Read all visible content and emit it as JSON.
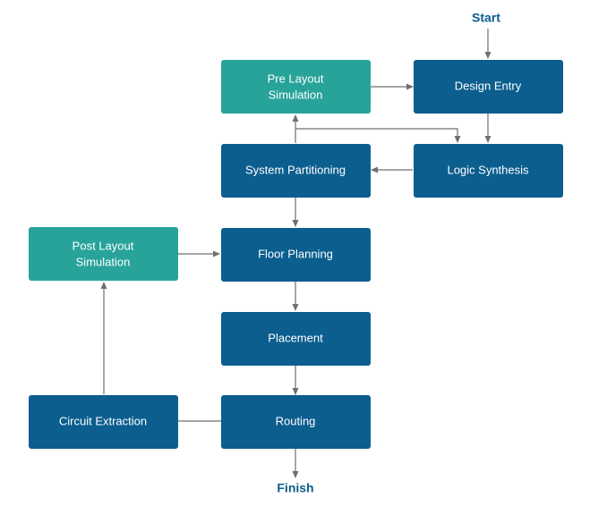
{
  "colors": {
    "process": "#0b5e8e",
    "simulation": "#27a39a",
    "terminal_text": "#0b5e8e",
    "edge": "#6f6f6f"
  },
  "terminals": {
    "start": "Start",
    "finish": "Finish"
  },
  "nodes": {
    "design_entry": {
      "lines": [
        "Design Entry"
      ],
      "kind": "process"
    },
    "pre_layout_simulation": {
      "lines": [
        "Pre Layout",
        "Simulation"
      ],
      "kind": "simulation"
    },
    "logic_synthesis": {
      "lines": [
        "Logic Synthesis"
      ],
      "kind": "process"
    },
    "system_partitioning": {
      "lines": [
        "System Partitioning"
      ],
      "kind": "process"
    },
    "post_layout_simulation": {
      "lines": [
        "Post Layout",
        "Simulation"
      ],
      "kind": "simulation"
    },
    "floor_planning": {
      "lines": [
        "Floor Planning"
      ],
      "kind": "process"
    },
    "placement": {
      "lines": [
        "Placement"
      ],
      "kind": "process"
    },
    "circuit_extraction": {
      "lines": [
        "Circuit Extraction"
      ],
      "kind": "process"
    },
    "routing": {
      "lines": [
        "Routing"
      ],
      "kind": "process"
    }
  },
  "edges": [
    {
      "from": "start",
      "to": "design_entry"
    },
    {
      "from": "pre_layout_simulation",
      "to": "design_entry"
    },
    {
      "from": "design_entry",
      "to": "logic_synthesis"
    },
    {
      "from": "logic_synthesis",
      "to": "system_partitioning"
    },
    {
      "from": "system_partitioning",
      "to": "pre_layout_simulation"
    },
    {
      "from": "system_partitioning",
      "to": "logic_synthesis"
    },
    {
      "from": "system_partitioning",
      "to": "floor_planning"
    },
    {
      "from": "post_layout_simulation",
      "to": "floor_planning"
    },
    {
      "from": "floor_planning",
      "to": "placement"
    },
    {
      "from": "placement",
      "to": "routing"
    },
    {
      "from": "routing",
      "to": "circuit_extraction"
    },
    {
      "from": "circuit_extraction",
      "to": "post_layout_simulation"
    },
    {
      "from": "routing",
      "to": "finish"
    }
  ]
}
